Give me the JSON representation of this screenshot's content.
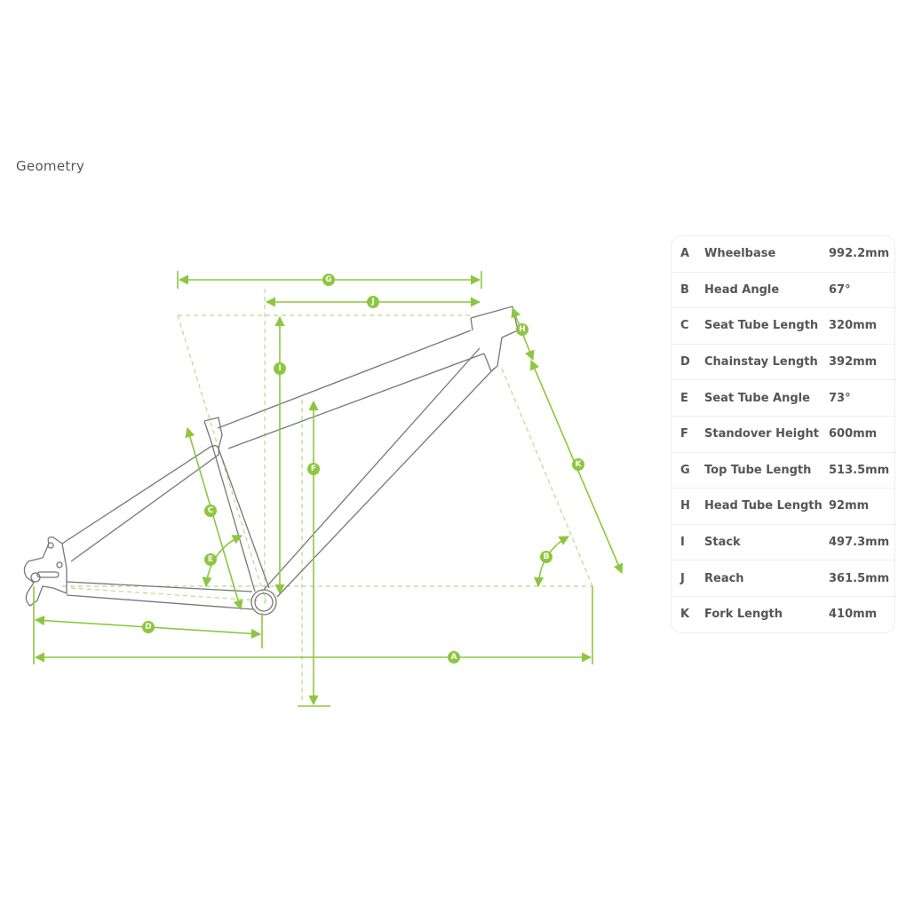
{
  "title": "Geometry",
  "colors": {
    "accent": "#8dc63f",
    "frame": "#777777"
  },
  "labels": {
    "A": "A",
    "B": "B",
    "C": "C",
    "D": "D",
    "E": "E",
    "F": "F",
    "G": "G",
    "H": "H",
    "I": "I",
    "J": "J",
    "K": "K"
  },
  "specs": [
    {
      "key": "A",
      "name": "Wheelbase",
      "value": "992.2mm"
    },
    {
      "key": "B",
      "name": "Head Angle",
      "value": "67°"
    },
    {
      "key": "C",
      "name": "Seat Tube Length",
      "value": "320mm"
    },
    {
      "key": "D",
      "name": "Chainstay Length",
      "value": "392mm"
    },
    {
      "key": "E",
      "name": "Seat Tube Angle",
      "value": "73°"
    },
    {
      "key": "F",
      "name": "Standover Height",
      "value": "600mm"
    },
    {
      "key": "G",
      "name": "Top Tube Length",
      "value": "513.5mm"
    },
    {
      "key": "H",
      "name": "Head Tube Length",
      "value": "92mm"
    },
    {
      "key": "I",
      "name": "Stack",
      "value": "497.3mm"
    },
    {
      "key": "J",
      "name": "Reach",
      "value": "361.5mm"
    },
    {
      "key": "K",
      "name": "Fork Length",
      "value": "410mm"
    }
  ]
}
